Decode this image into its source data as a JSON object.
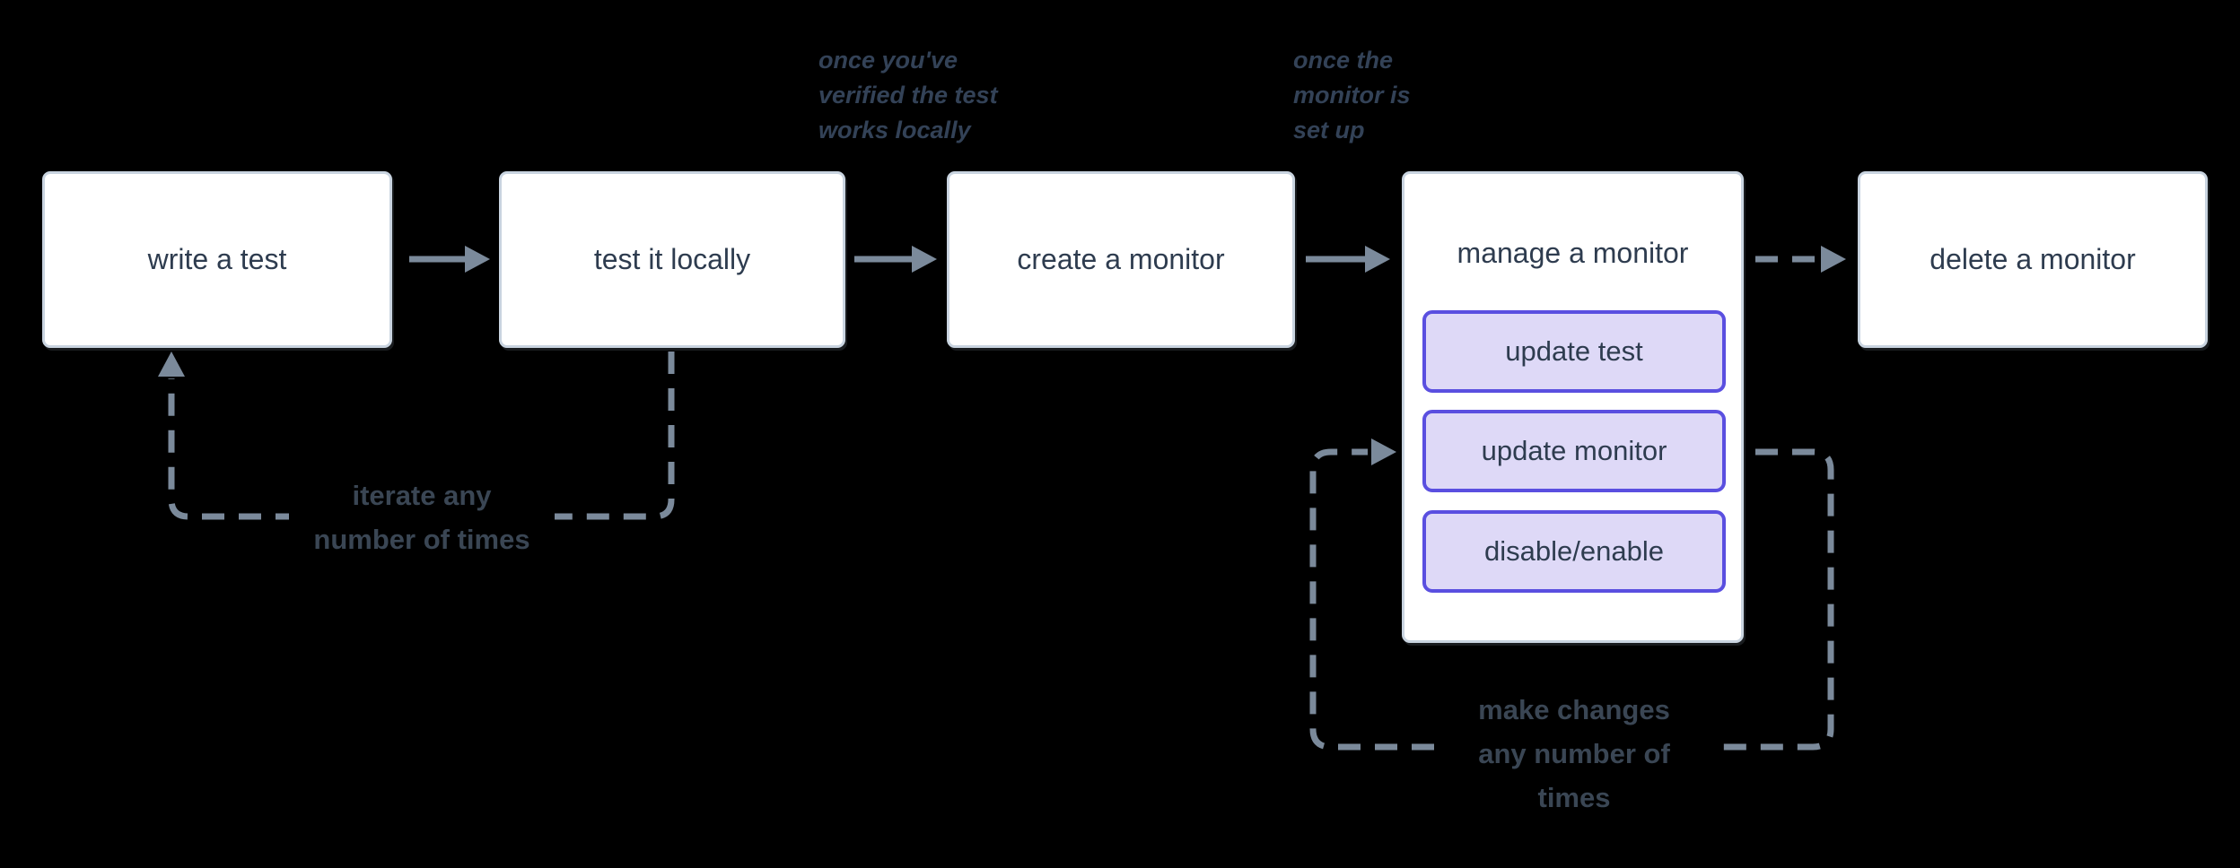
{
  "flow": {
    "nodes": [
      {
        "id": "write-a-test",
        "label": "write a test"
      },
      {
        "id": "test-it-locally",
        "label": "test it locally"
      },
      {
        "id": "create-a-monitor",
        "label": "create a monitor"
      },
      {
        "id": "manage-a-monitor",
        "label": "manage a monitor",
        "children": [
          "update test",
          "update monitor",
          "disable/enable"
        ]
      },
      {
        "id": "delete-a-monitor",
        "label": "delete a monitor"
      }
    ],
    "annotations": [
      {
        "id": "once-verified",
        "lines": [
          "once you've",
          "verified the test",
          "works locally"
        ]
      },
      {
        "id": "once-set-up",
        "lines": [
          "once the",
          "monitor is",
          "set up"
        ]
      }
    ],
    "loop_labels": [
      {
        "id": "iterate",
        "lines": [
          "iterate any",
          "number of times"
        ]
      },
      {
        "id": "make-changes",
        "lines": [
          "make changes",
          "any number of",
          "times"
        ]
      }
    ],
    "colors": {
      "background": "#000000",
      "node_fill": "#ffffff",
      "node_border": "#c9d4e0",
      "node_text": "#2e3c4f",
      "subnode_fill": "#ded9f7",
      "subnode_border": "#5a4fe0",
      "connector": "#7b8a9b",
      "annotation_text": "#334257",
      "loop_label_text": "#3a4654"
    }
  }
}
